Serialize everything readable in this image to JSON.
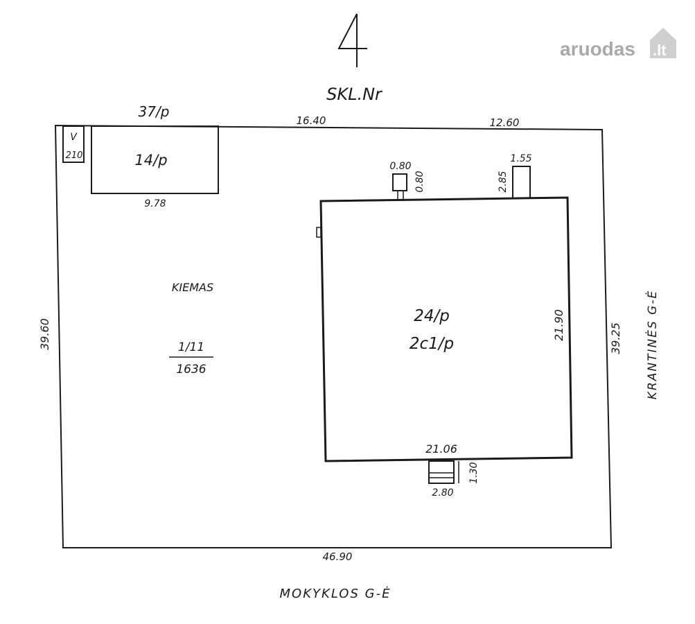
{
  "title": {
    "plot_number": "SKL.Nr"
  },
  "watermark": {
    "text_main": "aruodas",
    "text_suffix": ".lt",
    "color_main": "#a9a9a9",
    "color_suffix": "#cfcfcf"
  },
  "plot": {
    "name": "KIEMAS",
    "fraction_top": "1/11",
    "fraction_bottom": "1636",
    "dim_top_left": "16.40",
    "dim_top_right": "12.60",
    "dim_left": "39.60",
    "dim_right": "39.25",
    "dim_bottom": "46.90"
  },
  "shed": {
    "label_above": "37/p",
    "label": "14/p",
    "dim_bottom": "9.78"
  },
  "small_box": {
    "letter": "V",
    "number": "210"
  },
  "main_building": {
    "label_line1": "24/p",
    "label_line2": "2c1/p",
    "dim_right": "21.90",
    "dim_bottom": "21.06"
  },
  "small_annex": {
    "dim_top": "0.80",
    "dim_side": "0.80"
  },
  "chimney_annex": {
    "dim_top": "1.55",
    "dim_side": "2.85"
  },
  "stairs": {
    "dim_side": "1.30",
    "dim_bottom": "2.80"
  },
  "streets": {
    "bottom": "MOKYKLOS G-Ė",
    "right": "KRANTINĖS G-Ė"
  },
  "colors": {
    "line": "#1a1a1a",
    "background": "#ffffff"
  }
}
